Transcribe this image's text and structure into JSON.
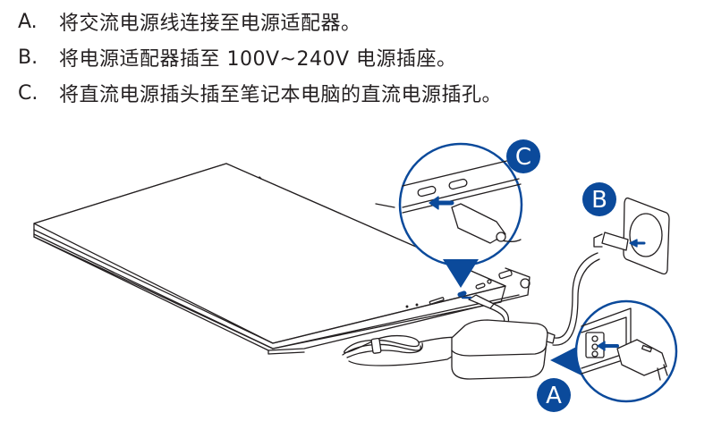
{
  "steps": [
    {
      "letter": "A.",
      "text": "将交流电源线连接至电源适配器。"
    },
    {
      "letter": "B.",
      "text": "将电源适配器插至 100V~240V 电源插座。"
    },
    {
      "letter": "C.",
      "text": "将直流电源插头插至笔记本电脑的直流电源插孔。"
    }
  ],
  "callouts": {
    "a": "A",
    "b": "B",
    "c": "C"
  },
  "colors": {
    "accent": "#0b4a9b",
    "line": "#231f20",
    "background": "#ffffff"
  },
  "illustration": {
    "icons": [
      "laptop-icon",
      "power-adapter-icon",
      "wall-outlet-icon",
      "usb-c-plug-icon",
      "ac-plug-icon"
    ]
  }
}
